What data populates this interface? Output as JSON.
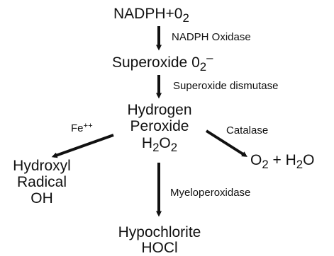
{
  "nodes": {
    "nadph": {
      "main": "NADPH+0",
      "sub": "2"
    },
    "superoxide": {
      "main": "Superoxide 0",
      "sub": "2",
      "sup": "–"
    },
    "hydrogen_peroxide": {
      "line1": "Hydrogen",
      "line2": "Peroxide",
      "formula_h": "H",
      "formula_h_sub": "2",
      "formula_o": "O",
      "formula_o_sub": "2"
    },
    "hydroxyl_radical": {
      "line1": "Hydroxyl",
      "line2": "Radical",
      "line3": "OH"
    },
    "water_oxygen": {
      "o": "O",
      "o_sub": "2",
      "plus": " + ",
      "h": "H",
      "h_sub": "2",
      "o2": "O"
    },
    "hypochlorite": {
      "line1": "Hypochlorite",
      "line2": "HOCl"
    }
  },
  "enzymes": {
    "nadph_oxidase": "NADPH Oxidase",
    "superoxide_dismutase": "Superoxide dismutase",
    "iron": {
      "main": "Fe",
      "sup": "++"
    },
    "catalase": "Catalase",
    "myeloperoxidase": "Myeloperoxidase"
  },
  "colors": {
    "ink": "#111111",
    "background": "#ffffff"
  }
}
